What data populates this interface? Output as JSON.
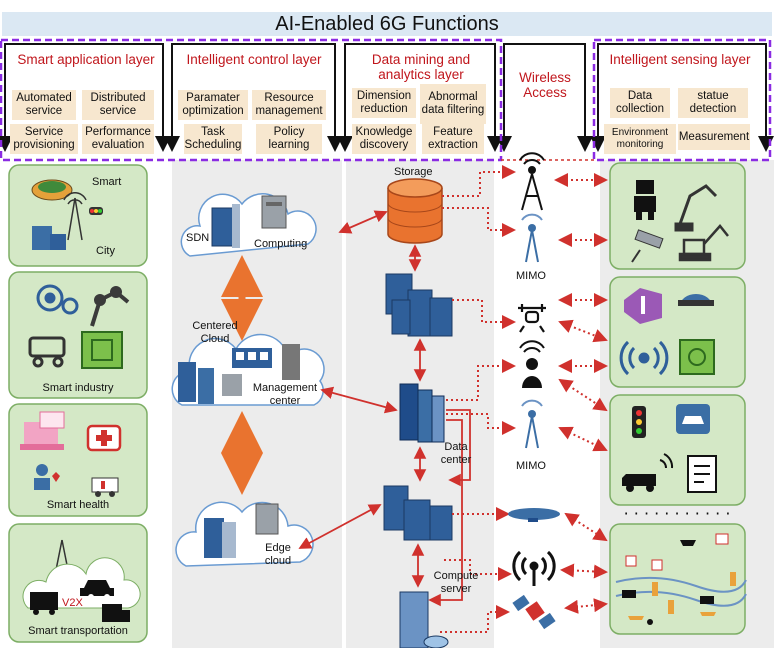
{
  "title": "AI-Enabled 6G Functions",
  "layers": {
    "smart_app": {
      "title": "Smart application layer",
      "cells": [
        "Automated service",
        "Distributed service",
        "Service provisioning",
        "Performance evaluation"
      ]
    },
    "intelligent_control": {
      "title": "Intelligent control layer",
      "cells": [
        "Paramater optimization",
        "Resource management",
        "Task Scheduling",
        "Policy learning"
      ]
    },
    "data_mining": {
      "title": "Data mining and analytics layer",
      "cells": [
        "Dimension reduction",
        "Abnormal data filtering",
        "Knowledge discovery",
        "Feature extraction"
      ]
    },
    "wireless": {
      "title": "Wireless Access"
    },
    "sensing": {
      "title": "Intelligent sensing layer",
      "cells": [
        "Data collection",
        "statue detection",
        "Environment monitoring",
        "Measurement"
      ]
    }
  },
  "left_panels": {
    "smart_city_top": "Smart",
    "smart_city_bottom": "City",
    "smart_industry": "Smart industry",
    "smart_health": "Smart health",
    "smart_transportation": "Smart transportation",
    "v2x": "V2X"
  },
  "cloud": {
    "sdn": "SDN",
    "computing": "Computing",
    "centered": "Centered Cloud",
    "management": "Management center",
    "edge": "Edge cloud"
  },
  "infra": {
    "storage": "Storage",
    "data_center": "Data center",
    "compute_server": "Compute server",
    "mimo_1": "MIMO",
    "mimo_2": "MIMO"
  },
  "colors": {
    "accent_red": "#c0161c",
    "dashed_purple": "#8a2be2",
    "panel_green": "#d4e8c6",
    "panel_border": "#7dae65",
    "cell_bg": "#f7e7cf",
    "title_bg": "#dbe8f3",
    "building_blue": "#2f5f9a",
    "storage_orange": "#ea6a2a"
  }
}
